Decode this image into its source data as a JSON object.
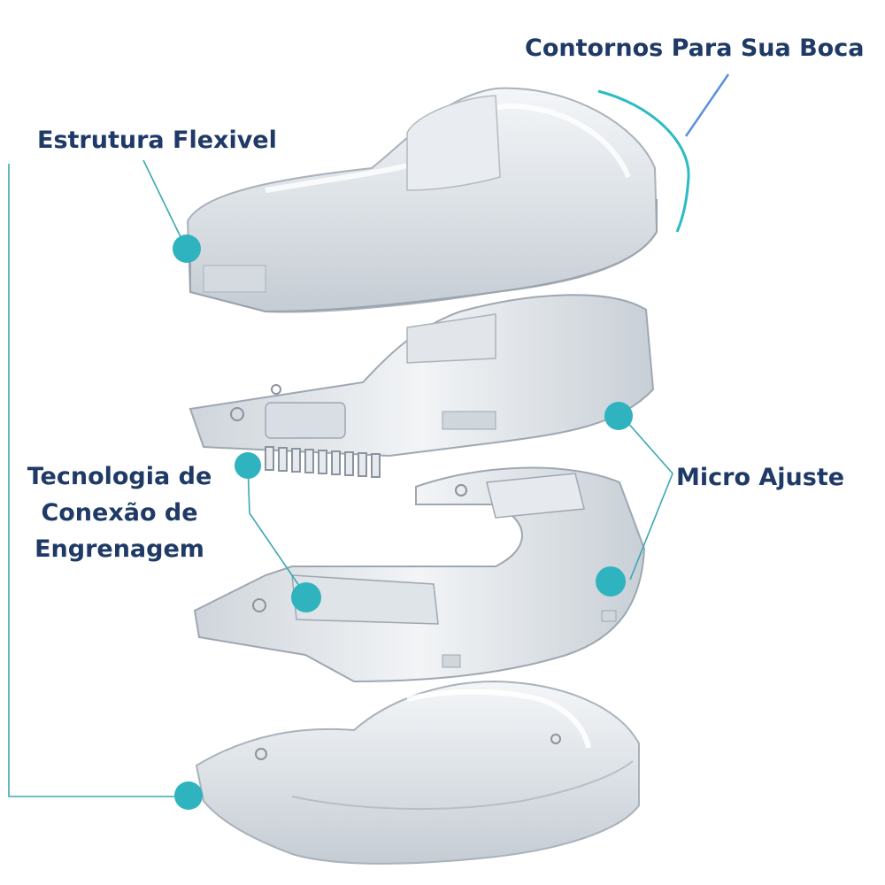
{
  "labels": {
    "contornos": "Contornos Para Sua Boca",
    "estrutura": "Estrutura Flexivel",
    "micro": "Micro Ajuste",
    "tecnologia_line1": "Tecnologia de",
    "tecnologia_line2": "Conexão de",
    "tecnologia_line3": "Engrenagem"
  },
  "colors": {
    "label_text": "#1f3a66",
    "accent_dot": "#2fb3bf",
    "leader_line": "#3aa8b4",
    "contour_arc": "#2cbcc4",
    "contour_pointer": "#5b8fe0"
  }
}
